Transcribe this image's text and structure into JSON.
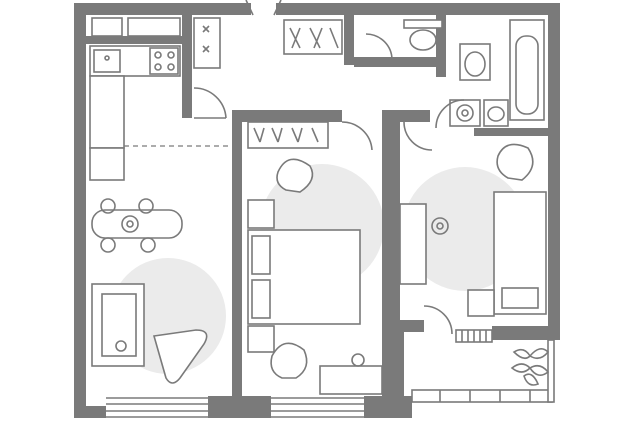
{
  "plan": {
    "type": "apartment floor plan",
    "colors": {
      "wall": "#7a7a7a",
      "line": "#7a7a7a",
      "zone": "#ebebeb",
      "background": "#ffffff"
    },
    "rooms": [
      {
        "id": "kitchen-living",
        "furniture": [
          "kitchen-counter",
          "sink",
          "stove",
          "fridge",
          "dining-table",
          "chairs",
          "sofa",
          "armchair",
          "triangle-table"
        ]
      },
      {
        "id": "bedroom-1",
        "furniture": [
          "wardrobe",
          "double-bed",
          "nightstands",
          "armchair",
          "desk",
          "chair"
        ]
      },
      {
        "id": "bedroom-2",
        "furniture": [
          "desk",
          "chair",
          "single-bed",
          "armchair",
          "nightstand"
        ]
      },
      {
        "id": "hallway",
        "furniture": [
          "coat-rack",
          "shoe-cabinet"
        ]
      },
      {
        "id": "toilet",
        "furniture": [
          "toilet"
        ]
      },
      {
        "id": "bathroom",
        "furniture": [
          "bathtub",
          "toilet",
          "washbasin",
          "washing-machine"
        ]
      },
      {
        "id": "balcony",
        "furniture": [
          "plant"
        ]
      }
    ]
  }
}
